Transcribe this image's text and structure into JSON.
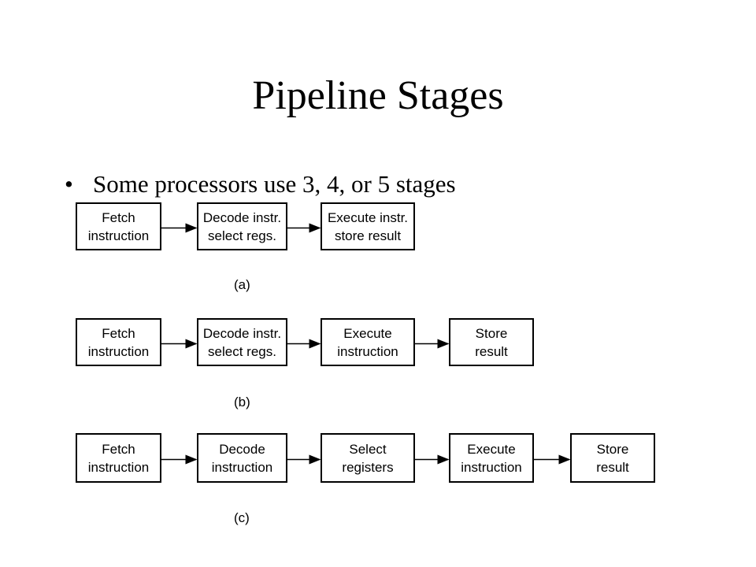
{
  "title": "Pipeline Stages",
  "bullet": "Some processors use 3, 4, or 5 stages",
  "pipelines": [
    {
      "caption": "(a)",
      "stages": [
        [
          "Fetch",
          "instruction"
        ],
        [
          "Decode instr.",
          "select regs."
        ],
        [
          "Execute instr.",
          "store result"
        ]
      ]
    },
    {
      "caption": "(b)",
      "stages": [
        [
          "Fetch",
          "instruction"
        ],
        [
          "Decode instr.",
          "select regs."
        ],
        [
          "Execute",
          "instruction"
        ],
        [
          "Store",
          "result"
        ]
      ]
    },
    {
      "caption": "(c)",
      "stages": [
        [
          "Fetch",
          "instruction"
        ],
        [
          "Decode",
          "instruction"
        ],
        [
          "Select",
          "registers"
        ],
        [
          "Execute",
          "instruction"
        ],
        [
          "Store",
          "result"
        ]
      ]
    }
  ]
}
